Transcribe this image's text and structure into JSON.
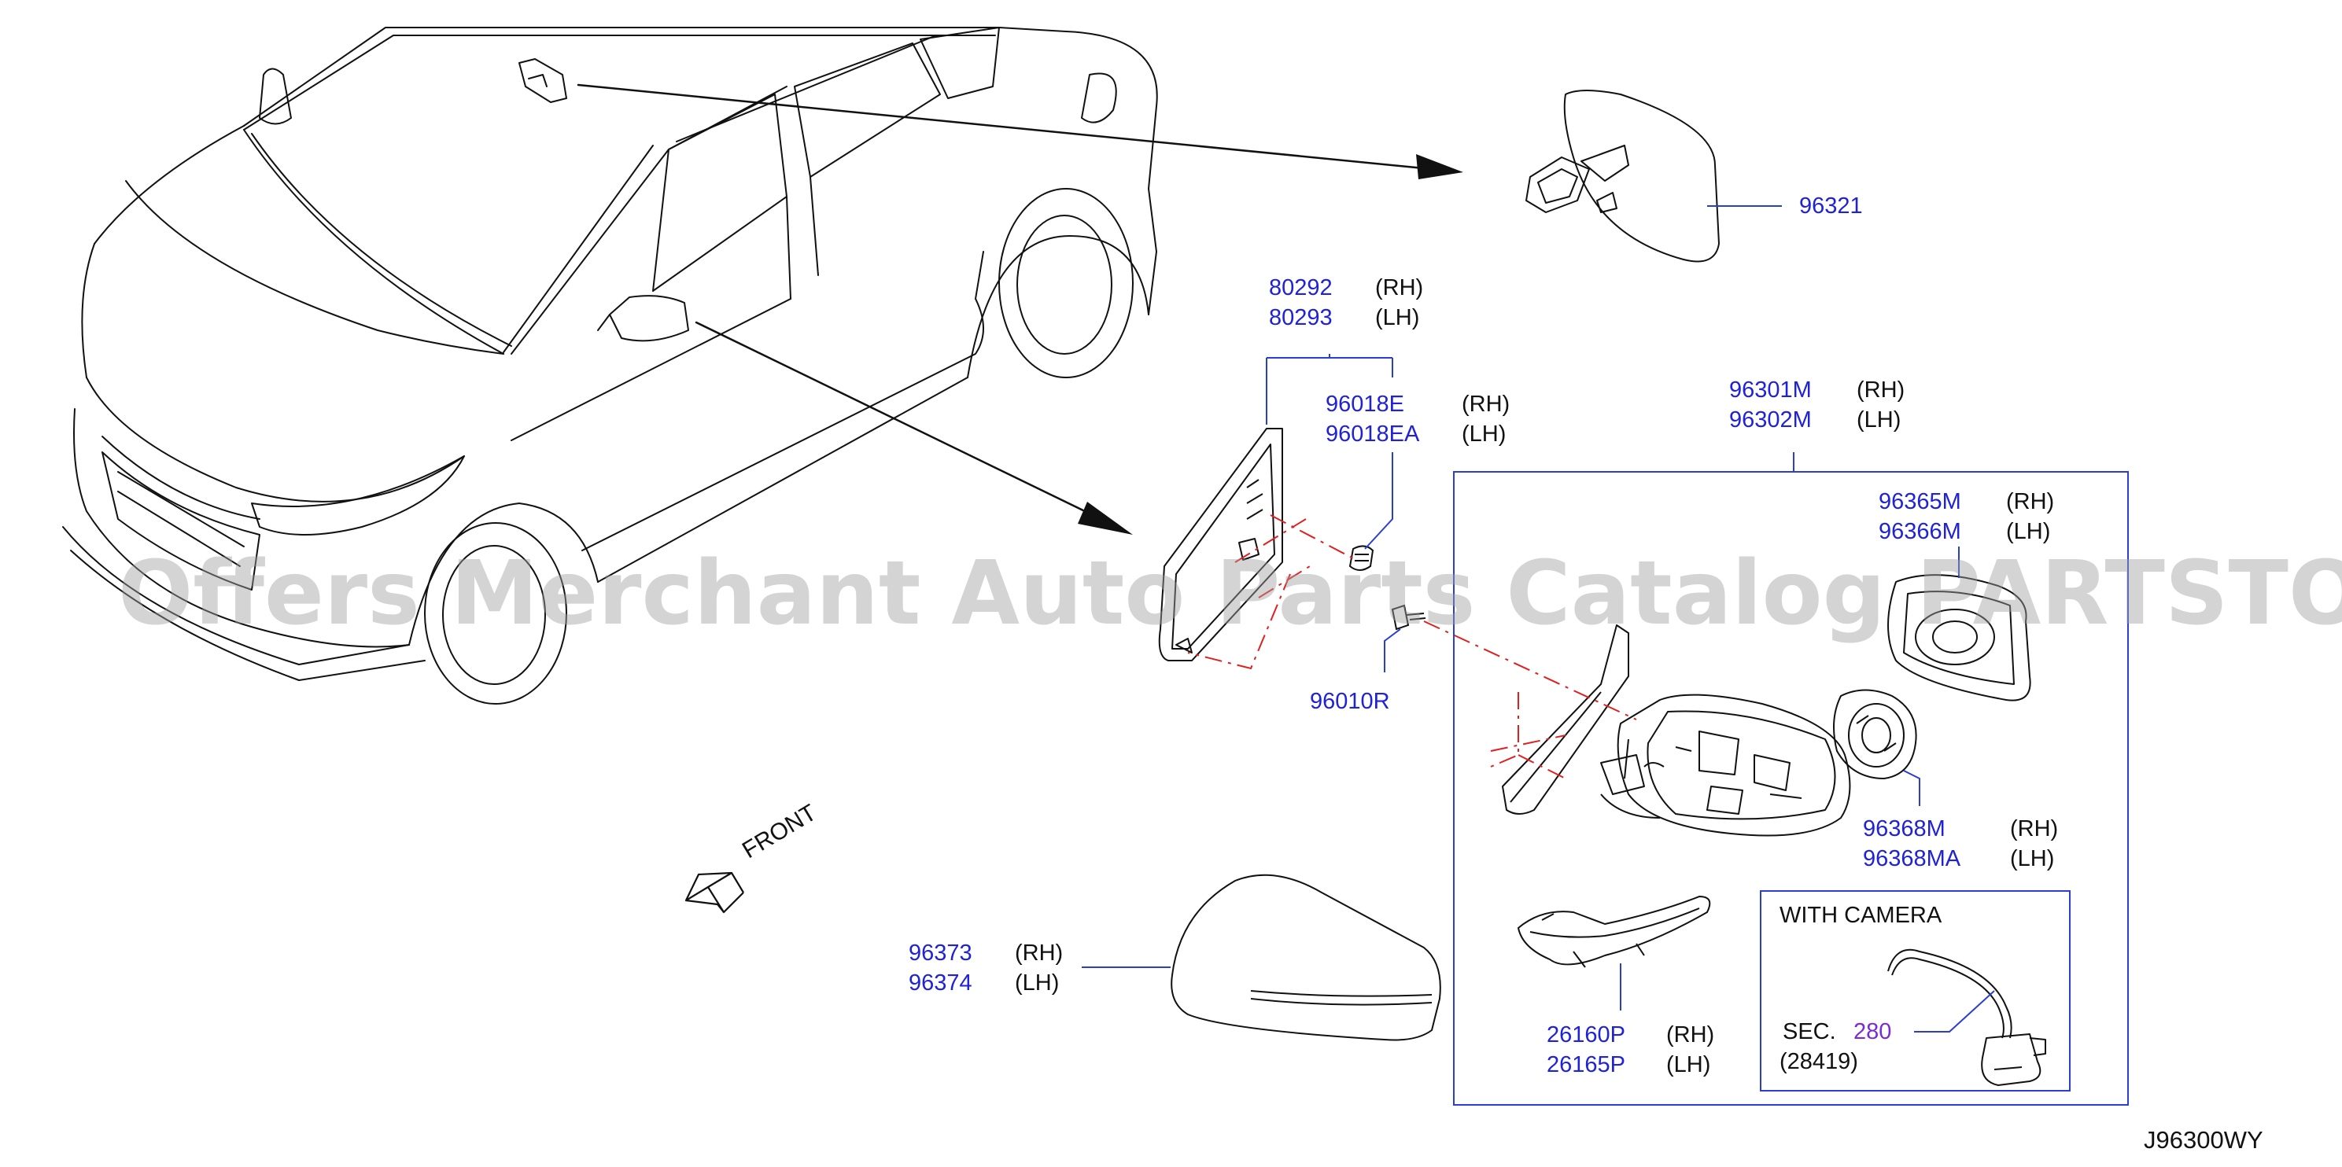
{
  "watermark": "Offers Merchant Auto Parts Catalog PARTSTORE.SA",
  "front_label": "FRONT",
  "diagram_id": "J96300WY",
  "callouts": {
    "p96321": "96321",
    "p80292": "80292",
    "p80293": "80293",
    "p96018E": "96018E",
    "p96018EA": "96018EA",
    "p96010R": "96010R",
    "p96301M": "96301M",
    "p96302M": "96302M",
    "p96365M": "96365M",
    "p96366M": "96366M",
    "p96368M": "96368M",
    "p96368MA": "96368MA",
    "p96373": "96373",
    "p96374": "96374",
    "p26160P": "26160P",
    "p26165P": "26165P"
  },
  "sides": {
    "rh": "(RH)",
    "lh": "(LH)"
  },
  "camera_box": {
    "title": "WITH   CAMERA",
    "sec_prefix": "SEC.",
    "sec_number": "280",
    "sub_part": "(28419)"
  },
  "colors": {
    "part_number": "#1f22d8",
    "leader": "#2a3fd0",
    "sec_link": "#7a2bd8",
    "centerline": "#e02020",
    "line_art": "#111111"
  }
}
